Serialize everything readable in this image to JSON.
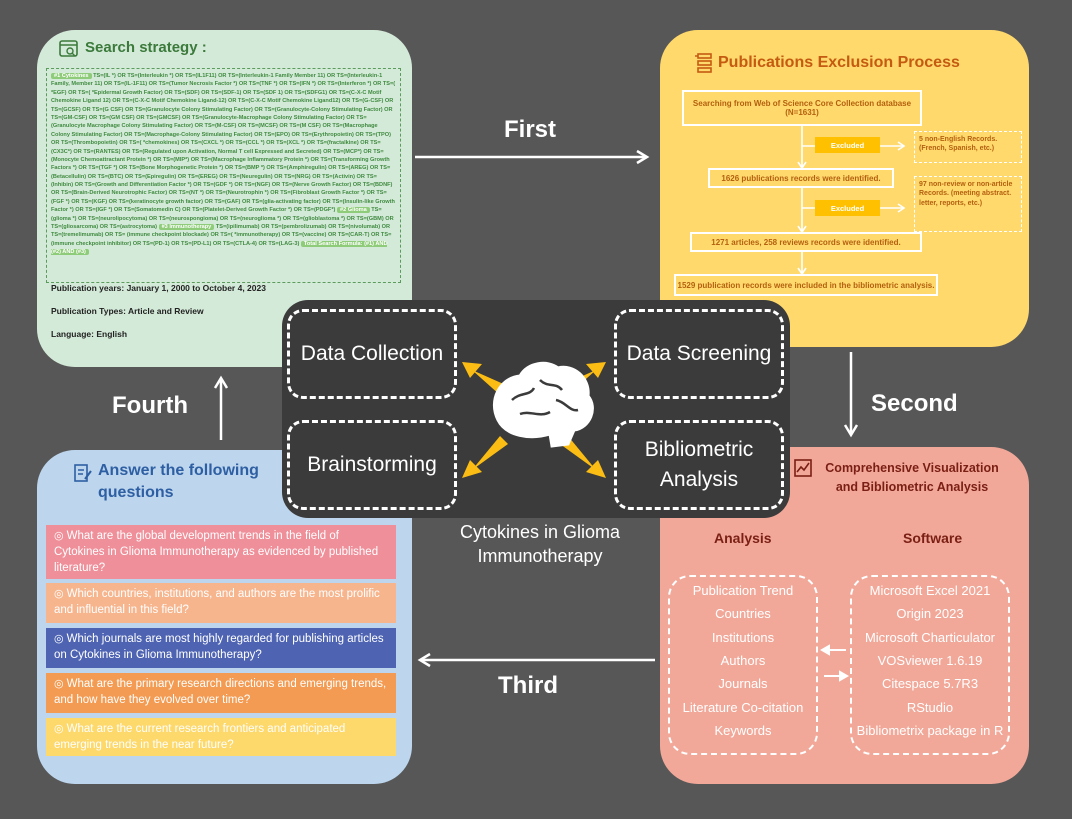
{
  "center": {
    "caption": "Cytokines in Glioma Immunotherapy",
    "boxes": {
      "data_collection": "Data Collection",
      "data_screening": "Data Screening",
      "brainstorming": "Brainstorming",
      "bibliometric_analysis": "Bibliometric Analysis"
    }
  },
  "steps": {
    "first": "First",
    "second": "Second",
    "third": "Third",
    "fourth": "Fourth"
  },
  "search": {
    "title": "Search strategy :",
    "tag1": "#1 Cytokines",
    "text1": "TS=(IL *) OR TS=(Interleukin *) OR TS=(IL1F11) OR TS=(Interleukin-1 Family Member 11) OR TS=(Interleukin-1 Family, Member 11) OR TS=(IL-1F11) OR TS=(Tumor Necrosis Factor *) OR TS=(TNF *) OR TS=(IFN *) OR TS=(Interferon *) OR TS=( *EGF) OR TS=( *Epidermal Growth Factor) OR TS=(SDF) OR TS=(SDF-1) OR TS=(SDF 1) OR TS=(SDFG1) OR TS=(C-X-C Motif Chemokine Ligand 12) OR TS=(C-X-C Motif Chemokine Ligand-12) OR TS=(C-X-C Motif Chemokine Ligand12) OR TS=(G-CSF) OR TS=(GCSF) OR TS=(G CSF) OR TS=(Granulocyte Colony Stimulating Factor) OR TS=(Granulocyte-Colony Stimulating Factor) OR TS=(GM-CSF) OR TS=(GM CSF) OR TS=(GMCSF) OR TS=(Granulocyte-Macrophage Colony Stimulating Factor) OR TS=(Granulocyte Macrophage Colony Stimulating Factor) OR TS=(M-CSF) OR TS=(MCSF) OR TS=(M CSF) OR TS=(Macrophage Colony Stimulating Factor) OR TS=(Macrophage-Colony Stimulating Factor) OR TS=(EPO) OR TS=(Erythropoietin) OR TS=(TPO) OR TS=(Thrombopoietin) OR TS=( *chemokines) OR TS=(CXCL *) OR TS=(CCL *) OR TS=(XCL *) OR TS=(fractalkine) OR TS=(CX3C*) OR TS=(RANTES) OR TS=(Regulated upon Activation, Normal T cell Expressed and Secreted) OR TS=(MCP*) OR TS=(Monocyte Chemoattractant Protein *) OR TS=(MIP*) OR TS=(Macrophage Inflammatory Protein *) OR TS=(Transforming Growth Factors *) OR TS=(TGF *) OR TS=(Bone Morphogenetic Protein *) OR TS=(BMP *) OR TS=(Amphiregulin) OR TS=(AREG) OR TS=(Betacellulin) OR TS=(BTC) OR TS=(Epiregulin) OR TS=(EREG) OR TS=(Neuregulin) OR TS=(NRG) OR TS=(Activin) OR TS=(Inhibin) OR TS=(Growth and Differentiation Factor *) OR TS=(GDF *) OR TS=(NGF) OR TS=(Nerve Growth Factor) OR TS=(BDNF) OR TS=(Brain-Derived Neurotrophic Factor) OR TS=(NT *) OR TS=(Neurotrophin *) OR TS=(Fibroblast Growth Factor *) OR TS=(FGF *) OR TS=(KGF) OR TS=(keratinocyte growth factor) OR TS=(GAF) OR TS=(glia-activating factor) OR TS=(Insulin-like Growth Factor *) OR TS=(IGF *) OR TS=(Somatomedin C) OR TS=(Platelet-Derived Growth Factor *) OR TS=(PDGF*)",
    "tag2": "#2 Glioma",
    "text2": "TS= (glioma *) OR TS=(neurolipocytoma) OR TS=(neurospongioma) OR TS=(neuroglioma *) OR TS=(glioblastoma *) OR TS=(GBM) OR TS=(gliosarcoma) OR TS=(astrocytoma)",
    "tag3": "#3 Immunotherapy",
    "text3": "TS=(ipilimumab) OR TS=(pembrolizumab) OR TS=(nivolumab) OR TS=(tremelimumab) OR TS= (immune checkpoint blockade) OR TS=( *immunotherapy) OR TS=(vaccine) OR TS=(CAR-T) OR TS=(immune checkpoint inhibitor) OR TS=(PD-1) OR TS=(PD-L1) OR TS=(CTLA-4) OR TS=(LAG-3)",
    "tag4": "Total Search Formula: (#1) AND (#2) AND (#3)",
    "years": "Publication years: January 1, 2000 to October 4, 2023",
    "types": "Publication Types: Article and Review",
    "language": "Language: English"
  },
  "exclusion": {
    "title": "Publications Exclusion Process",
    "box1": "Searching from Web of Science Core Collection database (N=1631)",
    "excluded_label": "Excluded",
    "ex1": "5 non-English Records. (French, Spanish, etc.)",
    "box2": "1626 publications records were identified.",
    "ex2": "97 non-review or non-article Records. (meeting abstract. letter, reports, etc.)",
    "box3": "1271 articles, 258 reviews records were identified.",
    "box4": "1529 publication records were included in the bibliometric analysis."
  },
  "answer": {
    "title": "Answer the following questions",
    "questions": [
      {
        "text": "What are the global development trends in the field of Cytokines in Glioma Immunotherapy as evidenced by published literature?",
        "bg": "#ef8f9a",
        "color": "#ffffff"
      },
      {
        "text": "Which countries, institutions, and authors are the most prolific and influential in this field?",
        "bg": "#f7b58e",
        "color": "#ffffff"
      },
      {
        "text": "Which journals are most highly regarded for publishing articles on Cytokines in Glioma Immunotherapy?",
        "bg": "#4e64b3",
        "color": "#ffffff"
      },
      {
        "text": "What are the primary research directions and emerging trends, and how have they evolved over time?",
        "bg": "#f39b52",
        "color": "#ffffff"
      },
      {
        "text": "What are the current research frontiers and anticipated emerging trends in the near future?",
        "bg": "#fdd86b",
        "color": "#ffffff"
      }
    ]
  },
  "viz": {
    "title": "Comprehensive Visualization and Bibliometric Analysis",
    "analysis_head": "Analysis",
    "software_head": "Software",
    "analysis": [
      "Publication Trend",
      "Countries",
      "Institutions",
      "Authors",
      "Journals",
      "Literature Co-citation",
      "Keywords"
    ],
    "software": [
      "Microsoft Excel 2021",
      "Origin 2023",
      "Microsoft Charticulator",
      "VOSviewer 1.6.19",
      "Citespace 5.7R3",
      "RStudio",
      "Bibliometrix package in R"
    ]
  }
}
